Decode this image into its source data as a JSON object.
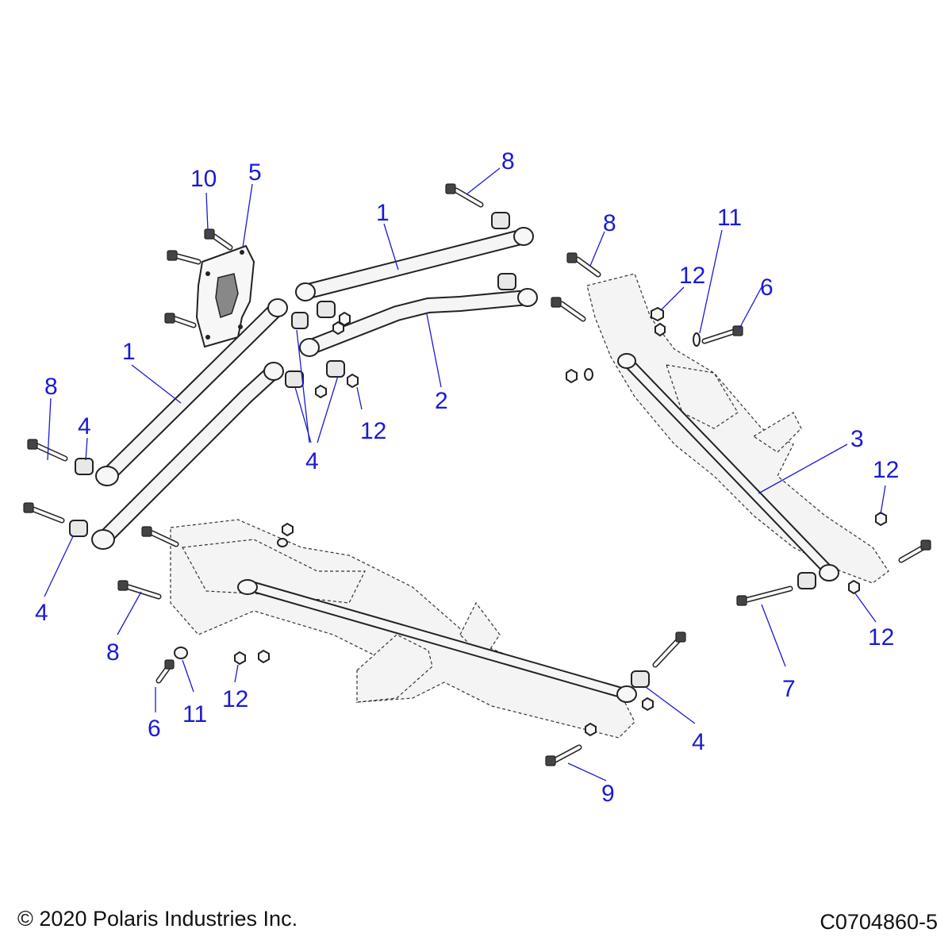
{
  "footer": {
    "copyright": "© 2020 Polaris Industries Inc.",
    "figure_id": "C0704860-5"
  },
  "callouts": [
    {
      "id": "c10",
      "label": "10"
    },
    {
      "id": "c5",
      "label": "5"
    },
    {
      "id": "c8a",
      "label": "8"
    },
    {
      "id": "c1a",
      "label": "1"
    },
    {
      "id": "c8b",
      "label": "8"
    },
    {
      "id": "c12a",
      "label": "12"
    },
    {
      "id": "c11a",
      "label": "11"
    },
    {
      "id": "c6a",
      "label": "6"
    },
    {
      "id": "c1b",
      "label": "1"
    },
    {
      "id": "c2",
      "label": "2"
    },
    {
      "id": "c8c",
      "label": "8"
    },
    {
      "id": "c4a",
      "label": "4"
    },
    {
      "id": "c12b",
      "label": "12"
    },
    {
      "id": "c4b",
      "label": "4"
    },
    {
      "id": "c3",
      "label": "3"
    },
    {
      "id": "c12c",
      "label": "12"
    },
    {
      "id": "c4c",
      "label": "4"
    },
    {
      "id": "c8d",
      "label": "8"
    },
    {
      "id": "c12d",
      "label": "12"
    },
    {
      "id": "c7",
      "label": "7"
    },
    {
      "id": "c6b",
      "label": "6"
    },
    {
      "id": "c11b",
      "label": "11"
    },
    {
      "id": "c12e",
      "label": "12"
    },
    {
      "id": "c4d",
      "label": "4"
    },
    {
      "id": "c9",
      "label": "9"
    }
  ],
  "colors": {
    "callout": "#1a1ad6",
    "line_art": "#222222",
    "background": "#ffffff"
  }
}
